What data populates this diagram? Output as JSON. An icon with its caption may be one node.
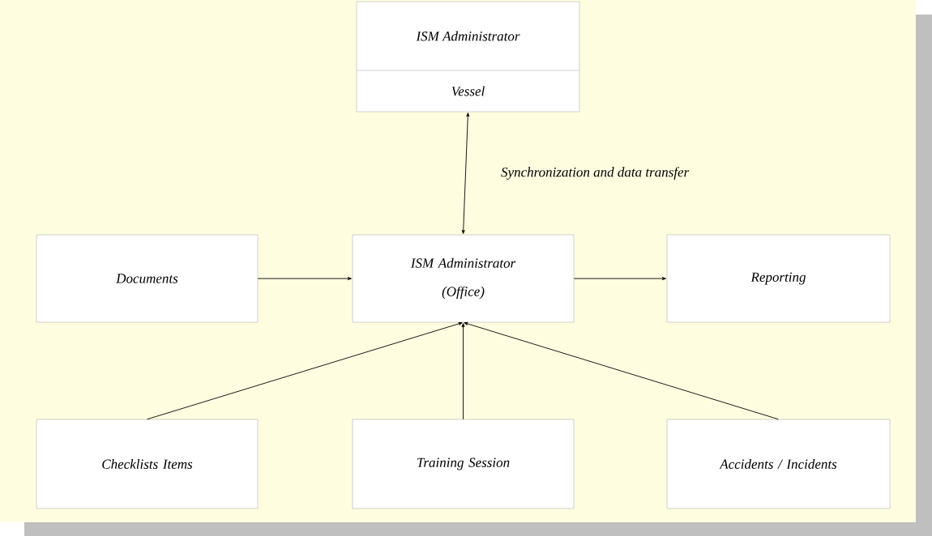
{
  "diagram": {
    "nodes": [
      {
        "text": [
          "ISM Administrator",
          "Vessel"
        ]
      },
      {
        "text": [
          "Documents"
        ]
      },
      {
        "text": [
          "ISM Administrator",
          "(Office)"
        ]
      },
      {
        "text": [
          "Reporting"
        ]
      },
      {
        "text": [
          "Checklists Items"
        ]
      },
      {
        "text": [
          "Training Session"
        ]
      },
      {
        "text": [
          "Accidents / Incidents"
        ]
      }
    ],
    "edges": [
      {
        "from": 0,
        "to": 2,
        "arrow": "both",
        "label": "Synchronization and data transfer"
      },
      {
        "from": 1,
        "to": 2,
        "arrow": "to"
      },
      {
        "from": 2,
        "to": 3,
        "arrow": "to"
      },
      {
        "from": 4,
        "to": 2,
        "arrow": "to"
      },
      {
        "from": 5,
        "to": 2,
        "arrow": "to"
      },
      {
        "from": 6,
        "to": 2,
        "arrow": "to"
      }
    ]
  }
}
